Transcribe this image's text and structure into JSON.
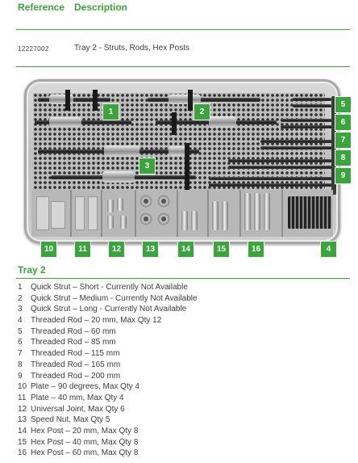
{
  "header": {
    "reference_label": "Reference",
    "description_label": "Description"
  },
  "reference_row": {
    "code": "12227002",
    "description": "Tray 2 - Struts, Rods, Hex Posts"
  },
  "figure": {
    "callouts": [
      "1",
      "2",
      "3",
      "4",
      "5",
      "6",
      "7",
      "8",
      "9",
      "10",
      "11",
      "12",
      "13",
      "14",
      "15",
      "16"
    ]
  },
  "tray_title": "Tray 2",
  "items": [
    {
      "num": "1",
      "text": "Quick Strut – Short - Currently Not Available"
    },
    {
      "num": "2",
      "text": "Quick Strut – Medium - Currently Not Available"
    },
    {
      "num": "3",
      "text": "Quick Strut – Long - Currently Not Available"
    },
    {
      "num": "4",
      "text": "Threaded Rod – 20 mm, Max Qty 12"
    },
    {
      "num": "5",
      "text": "Threaded Rod – 60 mm"
    },
    {
      "num": "6",
      "text": "Threaded Rod – 85 mm"
    },
    {
      "num": "7",
      "text": "Threaded Rod – 115 mm"
    },
    {
      "num": "8",
      "text": "Threaded Rod – 165 mm"
    },
    {
      "num": "9",
      "text": "Threaded Rod – 200 mm"
    },
    {
      "num": "10",
      "text": "Plate – 90 degrees, Max Qty 4"
    },
    {
      "num": "11",
      "text": "Plate – 40 mm, Max Qty 4"
    },
    {
      "num": "12",
      "text": "Universal Joint, Max Qty 6"
    },
    {
      "num": "13",
      "text": "Speed Nut, Max Qty 5"
    },
    {
      "num": "14",
      "text": "Hex Post – 20 mm, Max Qty 8"
    },
    {
      "num": "15",
      "text": "Hex Post – 40 mm, Max Qty 8"
    },
    {
      "num": "16",
      "text": "Hex Post – 60 mm, Max Qty 8"
    }
  ],
  "colors": {
    "accent": "#3aa53a",
    "text": "#3a3a3a"
  }
}
